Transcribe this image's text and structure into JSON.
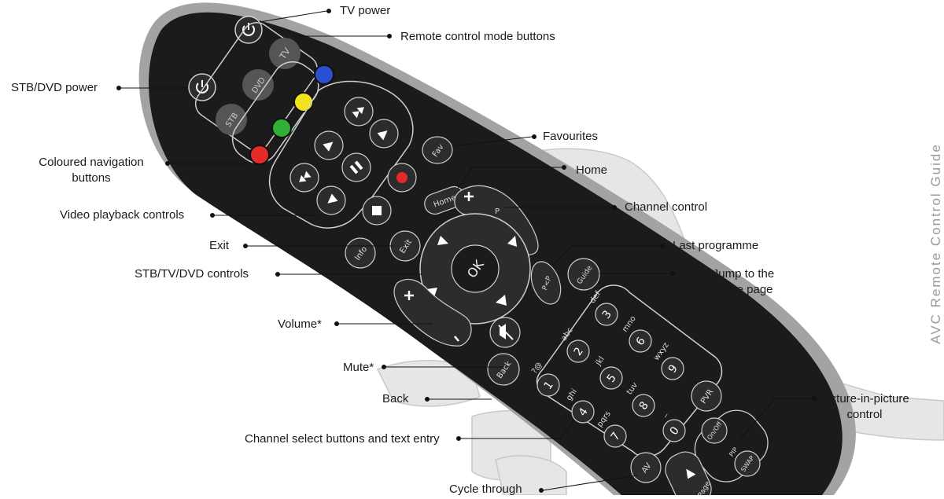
{
  "labels": {
    "tv_power": "TV power",
    "mode_buttons": "Remote control mode buttons",
    "stb_dvd_power": "STB/DVD power",
    "coloured_nav_1": "Coloured navigation",
    "coloured_nav_2": "buttons",
    "video_playback": "Video playback controls",
    "exit": "Exit",
    "stb_tv_dvd_controls": "STB/TV/DVD controls",
    "volume": "Volume*",
    "mute": "Mute*",
    "back": "Back",
    "channel_select": "Channel select buttons and text entry",
    "cycle_through": "Cycle through",
    "favourites": "Favourites",
    "home": "Home",
    "channel_control": "Channel control",
    "last_programme": "Last programme",
    "jump_1": "Jump to the",
    "jump_2": "home page",
    "pip_1": "Picture-in-picture",
    "pip_2": "control"
  },
  "side_title": "AVC Remote Control Guide",
  "buttons": {
    "tv": "TV",
    "dvd": "DVD",
    "stb": "STB",
    "fav": "Fav",
    "home": "Home",
    "info": "Info",
    "exit": "Exit",
    "ok": "OK",
    "guide": "Guide",
    "last": "P<P",
    "back": "Back",
    "pvr": "PVR",
    "onoff": "On/Off",
    "pip": "PIP",
    "swap": "SWAP",
    "av": "AV",
    "page": "Page",
    "ch_label": "P"
  },
  "keypad": [
    {
      "digit": "1",
      "letters": "?@"
    },
    {
      "digit": "2",
      "letters": "abc"
    },
    {
      "digit": "3",
      "letters": "def"
    },
    {
      "digit": "4",
      "letters": "ghi"
    },
    {
      "digit": "5",
      "letters": "jkl"
    },
    {
      "digit": "6",
      "letters": "mno"
    },
    {
      "digit": "7",
      "letters": "pqrs"
    },
    {
      "digit": "8",
      "letters": "tuv"
    },
    {
      "digit": "9",
      "letters": "wxyz"
    },
    {
      "digit": "0",
      "letters": "_"
    }
  ],
  "colors": {
    "body": "#1a1a1a",
    "rim": "#9a9a9a",
    "button": "#2c2c2c",
    "outline": "#cfcfcf",
    "red": "#e52a2a",
    "green": "#2fb034",
    "yellow": "#f2e21b",
    "blue": "#2a4fd0",
    "hand": "#e6e6e6"
  }
}
